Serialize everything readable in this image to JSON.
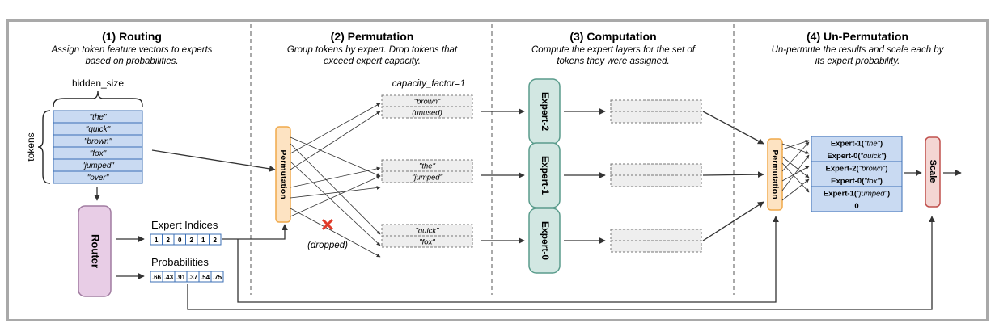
{
  "header_text": "",
  "sections": [
    {
      "title": "(1) Routing",
      "desc": [
        "Assign token feature vectors to experts",
        "based on probabilities."
      ]
    },
    {
      "title": "(2) Permutation",
      "desc": [
        "Group tokens by expert. Drop tokens that",
        "exceed expert capacity."
      ]
    },
    {
      "title": "(3) Computation",
      "desc": [
        "Compute the expert layers for the set of",
        "tokens they were assigned."
      ]
    },
    {
      "title": "(4) Un-Permutation",
      "desc": [
        "Un-permute the results and scale each by",
        "its expert probability."
      ]
    }
  ],
  "routing": {
    "hidden_size_label": "hidden_size",
    "tokens_label": "tokens",
    "tokens": [
      "\"the\"",
      "\"quick\"",
      "\"brown\"",
      "\"fox\"",
      "\"jumped\"",
      "\"over\""
    ],
    "router_label": "Router",
    "expert_indices_label": "Expert Indices",
    "expert_indices": [
      "1",
      "2",
      "0",
      "2",
      "1",
      "2"
    ],
    "probabilities_label": "Probabilities",
    "probabilities": [
      ".66",
      ".43",
      ".91",
      ".37",
      ".54",
      ".75"
    ]
  },
  "permutation": {
    "block_label": "Permutation",
    "capacity_label": "capacity_factor=1",
    "dropped_label": "(dropped)",
    "groups": [
      {
        "slots": [
          "\"brown\"",
          "(unused)"
        ]
      },
      {
        "slots": [
          "\"the\"",
          "\"jumped\""
        ]
      },
      {
        "slots": [
          "\"quick\"",
          "\"fox\""
        ]
      }
    ]
  },
  "computation": {
    "experts": [
      "Expert-2",
      "Expert-1",
      "Expert-0"
    ]
  },
  "unpermutation": {
    "block_label": "Permutation",
    "results": [
      {
        "prefix": "Expert-1(",
        "token": "\"the\"",
        "suffix": ")"
      },
      {
        "prefix": "Expert-0(",
        "token": "\"quick\"",
        "suffix": ")"
      },
      {
        "prefix": "Expert-2(",
        "token": "\"brown\"",
        "suffix": ")"
      },
      {
        "prefix": "Expert-0(",
        "token": "\"fox\"",
        "suffix": ")"
      },
      {
        "prefix": "Expert-1(",
        "token": "\"jumped\"",
        "suffix": ")"
      },
      {
        "prefix": "0",
        "token": "",
        "suffix": ""
      }
    ],
    "scale_label": "Scale"
  },
  "colors": {
    "token_fill": "#c9daf2",
    "token_stroke": "#3b6fb6",
    "router_fill": "#e8cde6",
    "router_stroke": "#a07ba0",
    "perm_fill": "#fde3c2",
    "perm_stroke": "#f0a94a",
    "expert_fill": "#d2e7e2",
    "expert_stroke": "#5a9c8c",
    "scale_fill": "#f4d6d3",
    "scale_stroke": "#c0504d",
    "slot_fill": "#eeeeee",
    "drop_x": "#e03b2a"
  }
}
